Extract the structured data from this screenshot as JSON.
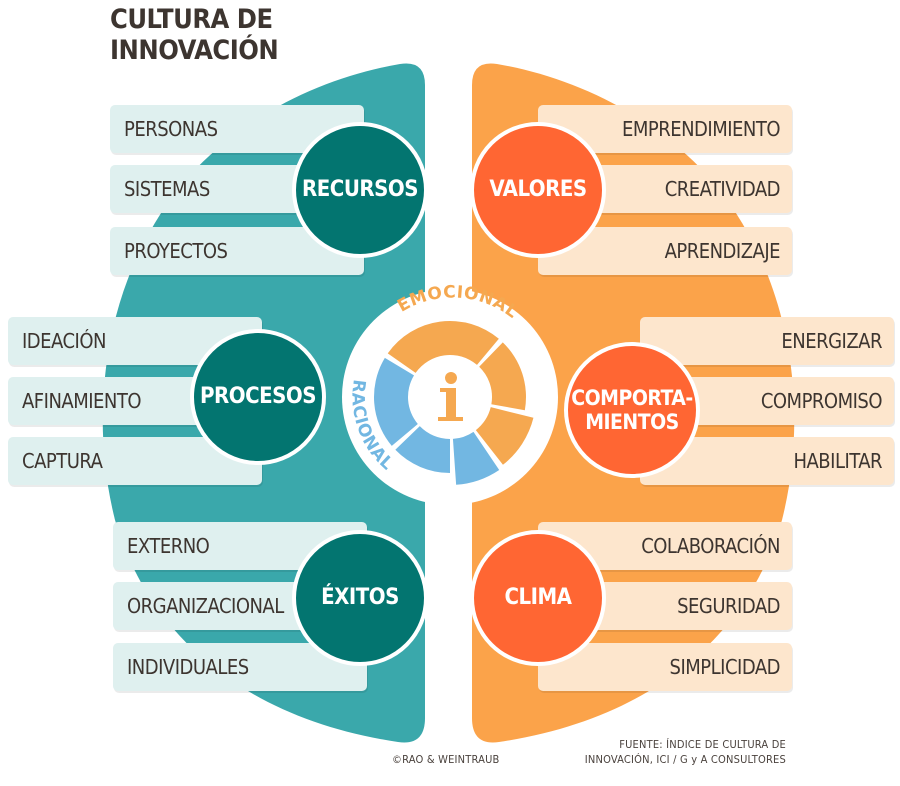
{
  "title": "CULTURA DE INNOVACIÓN",
  "colors": {
    "teal": "#3aa8ab",
    "dark_teal": "#037570",
    "orange": "#fba34a",
    "red_orange": "#ff6633",
    "light_teal": "#dff0ef",
    "light_orange": "#fde6cd",
    "emocional": "#f5a850",
    "racional": "#72b7e2"
  },
  "center": {
    "icon": "info-icon",
    "emocional": "EMOCIONAL",
    "racional": "RACIONAL"
  },
  "left": [
    {
      "label": "RECURSOS",
      "items": [
        "PERSONAS",
        "SISTEMAS",
        "PROYECTOS"
      ]
    },
    {
      "label": "PROCESOS",
      "items": [
        "IDEACIÓN",
        "AFINAMIENTO",
        "CAPTURA"
      ]
    },
    {
      "label": "ÉXITOS",
      "items": [
        "EXTERNO",
        "ORGANIZACIONAL",
        "INDIVIDUALES"
      ]
    }
  ],
  "right": [
    {
      "label": "VALORES",
      "items": [
        "EMPRENDIMIENTO",
        "CREATIVIDAD",
        "APRENDIZAJE"
      ]
    },
    {
      "label": "COMPORTA-\nMIENTOS",
      "items": [
        "ENERGIZAR",
        "COMPROMISO",
        "HABILITAR"
      ]
    },
    {
      "label": "CLIMA",
      "items": [
        "COLABORACIÓN",
        "SEGURIDAD",
        "SIMPLICIDAD"
      ]
    }
  ],
  "footer": {
    "copyright": "©RAO & WEINTRAUB",
    "source_line1": "FUENTE: ÍNDICE DE CULTURA DE",
    "source_line2": "INNOVACIÓN, ICI / G y A CONSULTORES"
  }
}
